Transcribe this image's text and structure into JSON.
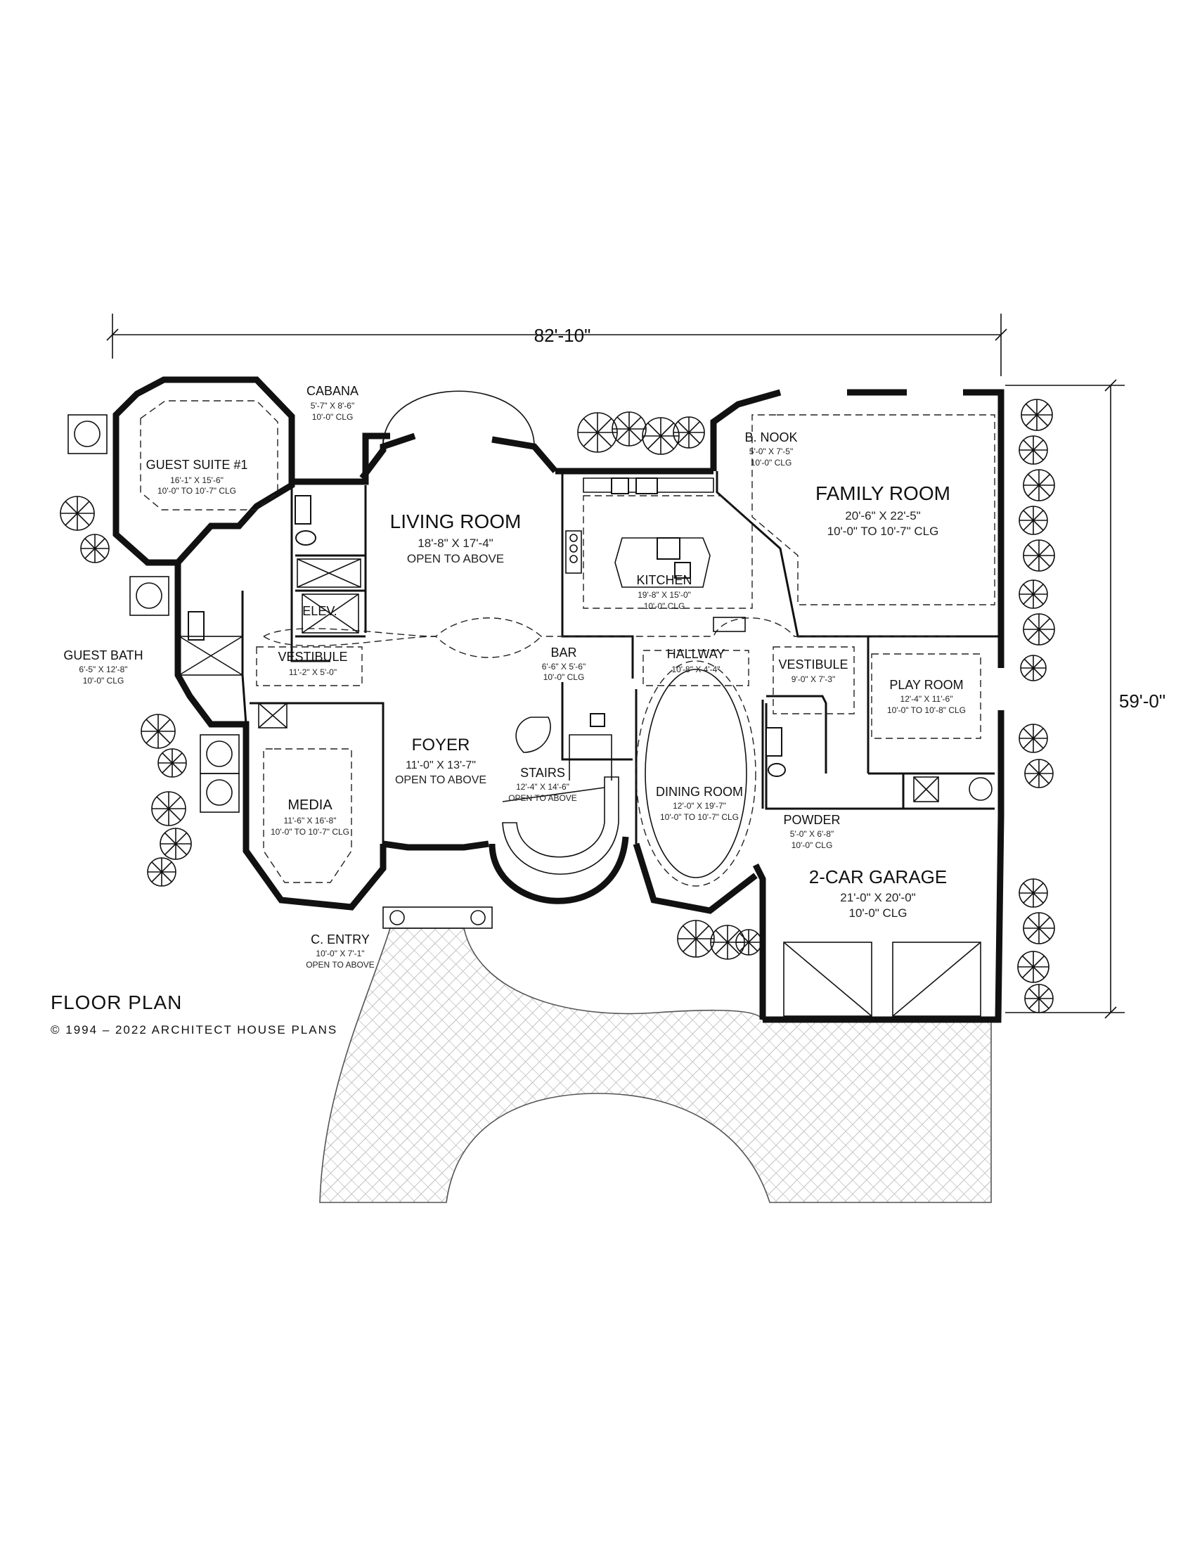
{
  "plan_title": "FLOOR PLAN",
  "copyright": "© 1994 – 2022 ARCHITECT HOUSE PLANS",
  "overall_width": "82'-10\"",
  "overall_depth": "59'-0\"",
  "rooms": {
    "guest_suite": {
      "name": "GUEST SUITE #1",
      "dims": "16'-1\" X 15'-6\"",
      "clg": "10'-0\" TO 10'-7\" CLG"
    },
    "cabana": {
      "name": "CABANA",
      "dims": "5'-7\" X 8'-6\"",
      "clg": "10'-0\" CLG"
    },
    "living_room": {
      "name": "LIVING ROOM",
      "dims": "18'-8\" X 17'-4\"",
      "clg": "OPEN TO ABOVE"
    },
    "kitchen": {
      "name": "KITCHEN",
      "dims": "19'-8\" X 15'-0\"",
      "clg": "10'-0\" CLG"
    },
    "b_nook": {
      "name": "B. NOOK",
      "dims": "5'-0\" X 7'-5\"",
      "clg": "10'-0\" CLG"
    },
    "family_room": {
      "name": "FAMILY ROOM",
      "dims": "20'-6\" X 22'-5\"",
      "clg": "10'-0\" TO 10'-7\" CLG"
    },
    "elev": {
      "name": "ELEV."
    },
    "guest_bath": {
      "name": "GUEST BATH",
      "dims": "6'-5\" X 12'-8\"",
      "clg": "10'-0\" CLG"
    },
    "vestibule_left": {
      "name": "VESTIBULE",
      "dims": "11'-2\" X 5'-0\""
    },
    "bar": {
      "name": "BAR",
      "dims": "6'-6\" X 5'-6\"",
      "clg": "10'-0\" CLG"
    },
    "hallway": {
      "name": "HALLWAY",
      "dims": "10'-8\" X 4'-4\""
    },
    "vestibule_right": {
      "name": "VESTIBULE",
      "dims": "9'-0\" X 7'-3\""
    },
    "play_room": {
      "name": "PLAY ROOM",
      "dims": "12'-4\" X 11'-6\"",
      "clg": "10'-0\" TO 10'-8\" CLG"
    },
    "foyer": {
      "name": "FOYER",
      "dims": "11'-0\" X 13'-7\"",
      "clg": "OPEN TO ABOVE"
    },
    "stairs": {
      "name": "STAIRS",
      "dims": "12'-4\" X 14'-6\"",
      "clg": "OPEN TO ABOVE"
    },
    "dining_room": {
      "name": "DINING ROOM",
      "dims": "12'-0\" X 19'-7\"",
      "clg": "10'-0\" TO 10'-7\" CLG"
    },
    "media": {
      "name": "MEDIA",
      "dims": "11'-6\" X 16'-8\"",
      "clg": "10'-0\" TO 10'-7\" CLG"
    },
    "powder": {
      "name": "POWDER",
      "dims": "5'-0\" X 6'-8\"",
      "clg": "10'-0\" CLG"
    },
    "garage": {
      "name": "2-CAR GARAGE",
      "dims": "21'-0\" X 20'-0\"",
      "clg": "10'-0\" CLG"
    },
    "c_entry": {
      "name": "C. ENTRY",
      "dims": "10'-0\" X 7'-1\"",
      "clg": "OPEN TO ABOVE"
    }
  }
}
